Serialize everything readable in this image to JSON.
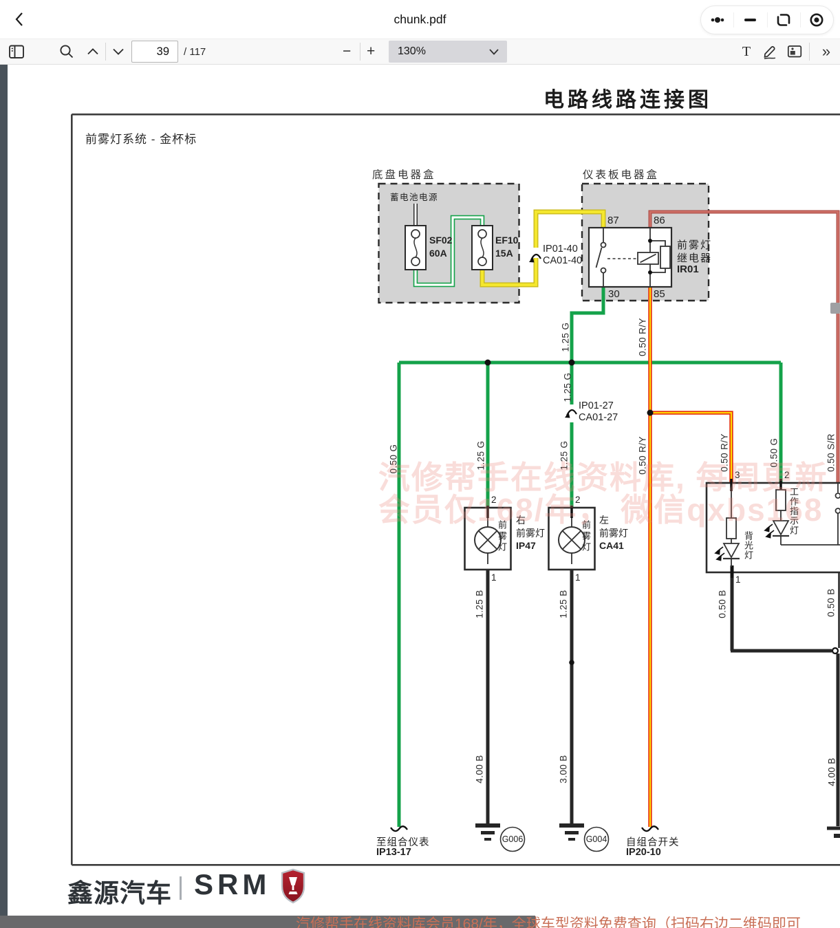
{
  "chrome": {
    "title": "chunk.pdf",
    "page_number": "39",
    "page_total": "/ 117",
    "zoom_level": "130%",
    "minus": "−",
    "plus": "+",
    "text_tool": "T",
    "more_tools": "»"
  },
  "diagram": {
    "title": "电路线路连接图",
    "section": "前雾灯系统 - 金杯标",
    "chassis": {
      "label": "底盘电器盒",
      "battery": "蓄电池电源",
      "fuse1_name": "SF02",
      "fuse1_rating": "60A",
      "fuse2_name": "EF10",
      "fuse2_rating": "15A"
    },
    "connector1_l1": "IP01-40",
    "connector1_l2": "CA01-40",
    "panel": {
      "label": "仪表板电器盒",
      "relay_l1": "前雾灯",
      "relay_l2": "继电器",
      "relay_id": "IR01",
      "t87": "87",
      "t86": "86",
      "t30": "30",
      "t85": "85"
    },
    "connector2_l1": "IP01-27",
    "connector2_l2": "CA01-27",
    "wire_labels": [
      "1.25 G",
      "0.50 R/Y",
      "1.25 G",
      "0.50 G",
      "1.25 G",
      "1.25 G",
      "0.50 R/Y",
      "0.50 R/Y",
      "0.50 G",
      "0.50 S/R",
      "1.25 B",
      "1.25 B",
      "0.50 B",
      "0.50 B",
      "4.00 B",
      "3.00 B",
      "4.00 B"
    ],
    "fog_right": {
      "t2": "2",
      "t1": "1",
      "inner": "前雾灯",
      "pos": "右",
      "name": "前雾灯",
      "id": "IP47"
    },
    "fog_left": {
      "t2": "2",
      "t1": "1",
      "inner": "前雾灯",
      "pos": "左",
      "name": "前雾灯",
      "id": "CA41"
    },
    "cluster": {
      "t3": "3",
      "t2": "2",
      "t1": "1",
      "backlight": "背光灯",
      "work_indicator": "工作指示灯"
    },
    "ground1": "G006",
    "ground2": "G004",
    "dest_left_l1": "至组合仪表",
    "dest_left_l2": "IP13-17",
    "dest_right_l1": "自组合开关",
    "dest_right_l2": "IP20-10"
  },
  "watermark": {
    "center_l1": "汽修帮手在线资料库, 每周更新",
    "center_l2": "会员仅168/年， 微信qxbs168",
    "bottom": "汽修帮手在线资料库会员168/年，全球车型资料免费查询（扫码右边二维码即可"
  },
  "footer": {
    "brand_cn": "鑫源汽车",
    "brand_en": "SRM"
  },
  "colors": {
    "green": "#14a24a",
    "yellow": "#f4e72e",
    "red": "#e63a10",
    "stripe_yellow": "#ffd900",
    "salmon": "#c9675f",
    "wire_black": "#262626",
    "box_gray": "#d3d3d3"
  }
}
